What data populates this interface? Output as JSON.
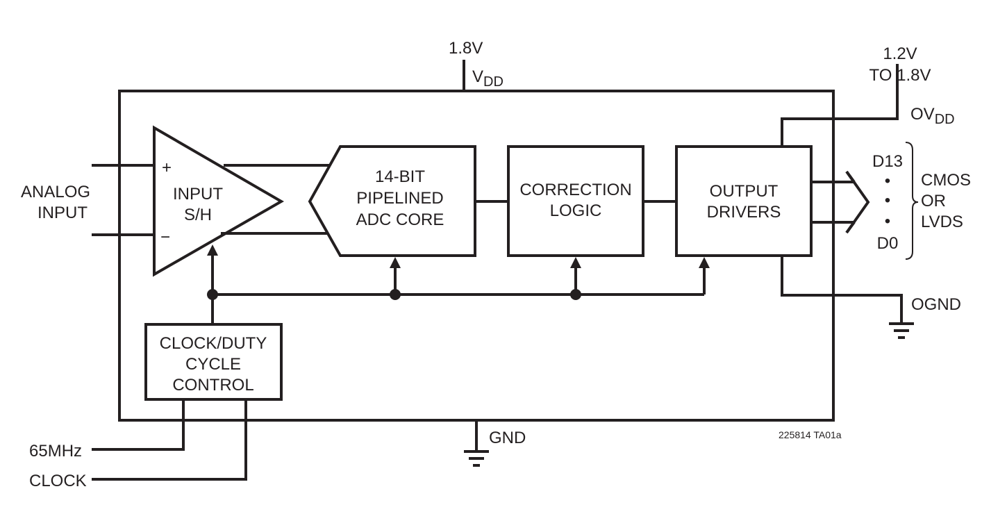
{
  "supply": {
    "vdd_voltage": "1.8V",
    "vdd_label_main": "V",
    "vdd_label_sub": "DD",
    "ovdd_voltage_line1": "1.2V",
    "ovdd_voltage_line2": "TO 1.8V",
    "ovdd_label_main": "OV",
    "ovdd_label_sub": "DD"
  },
  "ground": {
    "gnd_label": "GND",
    "ognd_label": "OGND"
  },
  "inputs": {
    "analog_line1": "ANALOG",
    "analog_line2": "INPUT",
    "plus": "+",
    "minus": "−",
    "clock_freq": "65MHz",
    "clock_label": "CLOCK"
  },
  "blocks": {
    "sh_line1": "INPUT",
    "sh_line2": "S/H",
    "adc_line1": "14-BIT",
    "adc_line2": "PIPELINED",
    "adc_line3": "ADC CORE",
    "corr_line1": "CORRECTION",
    "corr_line2": "LOGIC",
    "out_line1": "OUTPUT",
    "out_line2": "DRIVERS",
    "clk_line1": "CLOCK/DUTY",
    "clk_line2": "CYCLE",
    "clk_line3": "CONTROL"
  },
  "outputs": {
    "d_high": "D13",
    "d_low": "D0",
    "bullet": "•",
    "format_line1": "CMOS",
    "format_line2": "OR",
    "format_line3": "LVDS"
  },
  "figure_code": "225814 TA01a"
}
